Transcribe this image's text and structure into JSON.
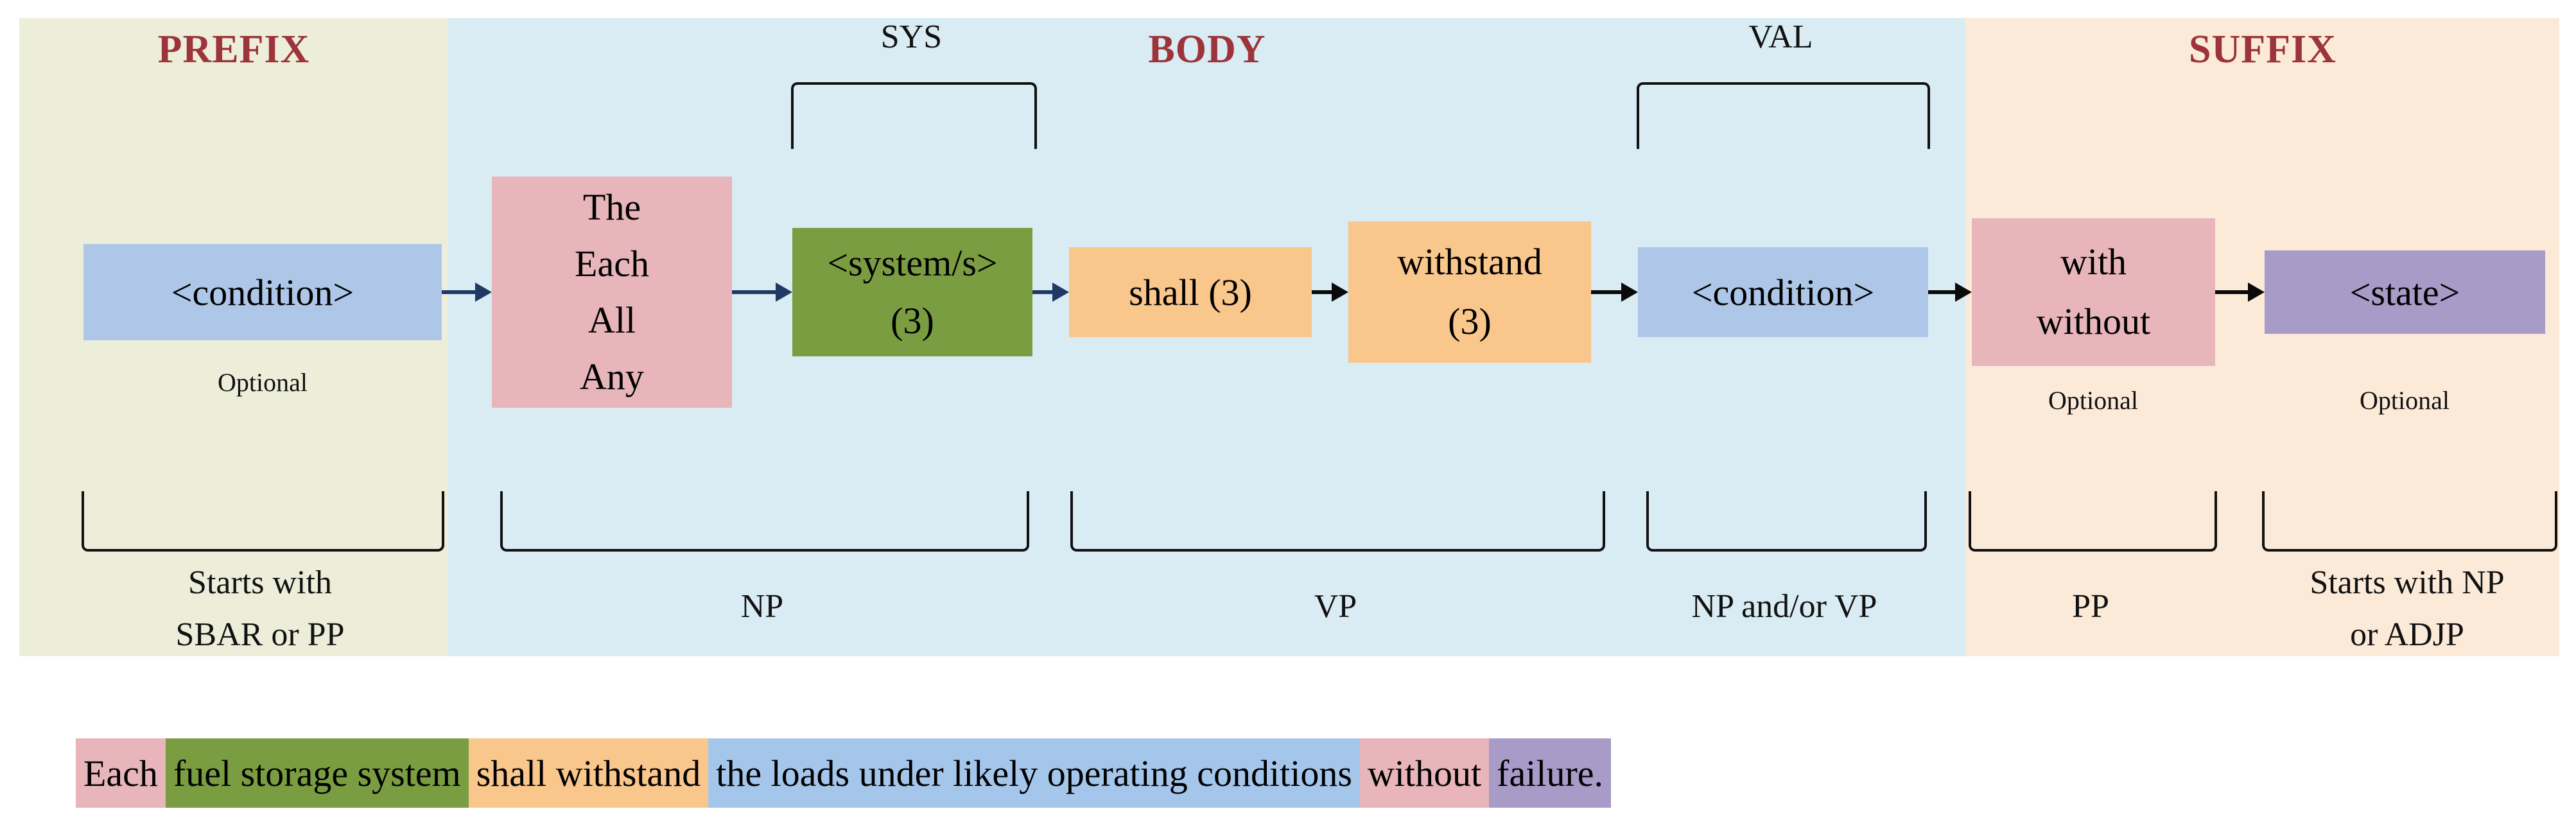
{
  "diagram": {
    "headers": {
      "prefix": "PREFIX",
      "body": "BODY",
      "suffix": "SUFFIX"
    },
    "colors": {
      "prefix_bg": "#edeeda",
      "body_bg": "#d9ebf3",
      "suffix_bg": "#fcead8",
      "blue_box": "#aec7e9",
      "pink_box": "#e7b5ba",
      "green_box": "#7b9d41",
      "orange_box": "#f9c68c",
      "purple_box": "#a89bc7",
      "header_text": "#9c3439",
      "arrow_navy": "#1f3864",
      "arrow_black": "#0a0a0a"
    },
    "top_brackets": {
      "sys": "SYS",
      "val": "VAL"
    },
    "boxes": {
      "condition1": {
        "label": "<condition>",
        "note": "Optional"
      },
      "determiner": {
        "lines": [
          "The",
          "Each",
          "All",
          "Any"
        ]
      },
      "system": {
        "lines": [
          "<system/s>",
          "(3)"
        ]
      },
      "shall": {
        "label": "shall (3)"
      },
      "withstand": {
        "lines": [
          "withstand",
          "(3)"
        ]
      },
      "condition2": {
        "label": "<condition>"
      },
      "preposition": {
        "lines": [
          "with",
          "without"
        ],
        "note": "Optional"
      },
      "state": {
        "label": "<state>",
        "note": "Optional"
      }
    },
    "bottom_labels": {
      "prefix": {
        "lines": [
          "Starts with",
          "SBAR or PP"
        ]
      },
      "np": "NP",
      "vp": "VP",
      "npvp": "NP and/or VP",
      "pp": "PP",
      "suffix": {
        "lines": [
          "Starts with NP",
          "or ADJP"
        ]
      }
    }
  },
  "sentence": {
    "segments": [
      {
        "text": "Each",
        "color": "pink"
      },
      {
        "text": "fuel storage system",
        "color": "green"
      },
      {
        "text": "shall withstand",
        "color": "orange"
      },
      {
        "text": "the loads under likely operating conditions",
        "color": "blue"
      },
      {
        "text": "without",
        "color": "pink"
      },
      {
        "text": "failure.",
        "color": "purple"
      }
    ]
  }
}
